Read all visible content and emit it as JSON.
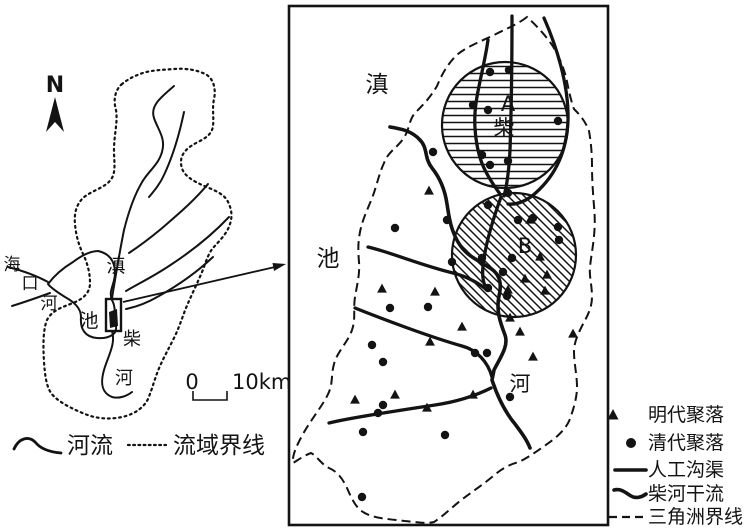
{
  "colors": {
    "ink": "#131313",
    "paper": "#ffffff"
  },
  "left_map": {
    "north_label": "N",
    "haikou_river_chars": [
      "海",
      "口",
      "河"
    ],
    "lake_chars": [
      "滇",
      "池"
    ],
    "chai_river_chars": [
      "柴",
      "河"
    ],
    "scale_zero": "0",
    "scale_distance": "10km",
    "legend": [
      {
        "symbol": "river-line",
        "label": "河流"
      },
      {
        "symbol": "dotted-line",
        "label": "流域界线"
      }
    ]
  },
  "right_map": {
    "lake_chars": [
      "滇",
      "池"
    ],
    "river_chars": [
      "柴",
      "河"
    ],
    "region_a_label": "A",
    "region_b_label": "B",
    "legend": [
      {
        "symbol": "triangle",
        "label": "明代聚落"
      },
      {
        "symbol": "dot",
        "label": "清代聚落"
      },
      {
        "symbol": "solid-line",
        "label": "人工沟渠"
      },
      {
        "symbol": "wavy-line",
        "label": "柴河干流"
      },
      {
        "symbol": "dashed-line",
        "label": "三角洲界线"
      }
    ],
    "ming_settlements": [
      [
        429,
        191
      ],
      [
        382,
        289
      ],
      [
        435,
        292
      ],
      [
        462,
        327
      ],
      [
        430,
        342
      ],
      [
        530,
        220
      ],
      [
        540,
        257
      ],
      [
        547,
        275
      ],
      [
        525,
        279
      ],
      [
        545,
        291
      ],
      [
        508,
        290
      ],
      [
        510,
        318
      ],
      [
        520,
        332
      ],
      [
        533,
        357
      ],
      [
        573,
        334
      ],
      [
        355,
        400
      ],
      [
        395,
        395
      ],
      [
        427,
        408
      ],
      [
        473,
        395
      ]
    ],
    "qing_settlements": [
      [
        490,
        72
      ],
      [
        509,
        70
      ],
      [
        473,
        105
      ],
      [
        488,
        110
      ],
      [
        558,
        121
      ],
      [
        482,
        155
      ],
      [
        490,
        165
      ],
      [
        508,
        161
      ],
      [
        433,
        152
      ],
      [
        447,
        220
      ],
      [
        488,
        205
      ],
      [
        395,
        228
      ],
      [
        508,
        193
      ],
      [
        518,
        220
      ],
      [
        533,
        218
      ],
      [
        558,
        227
      ],
      [
        559,
        240
      ],
      [
        482,
        258
      ],
      [
        452,
        262
      ],
      [
        512,
        258
      ],
      [
        503,
        272
      ],
      [
        507,
        296
      ],
      [
        488,
        288
      ],
      [
        390,
        308
      ],
      [
        428,
        307
      ],
      [
        372,
        345
      ],
      [
        383,
        362
      ],
      [
        475,
        353
      ],
      [
        487,
        353
      ],
      [
        383,
        405
      ],
      [
        378,
        413
      ],
      [
        363,
        432
      ],
      [
        445,
        435
      ],
      [
        510,
        397
      ],
      [
        362,
        497
      ]
    ]
  }
}
